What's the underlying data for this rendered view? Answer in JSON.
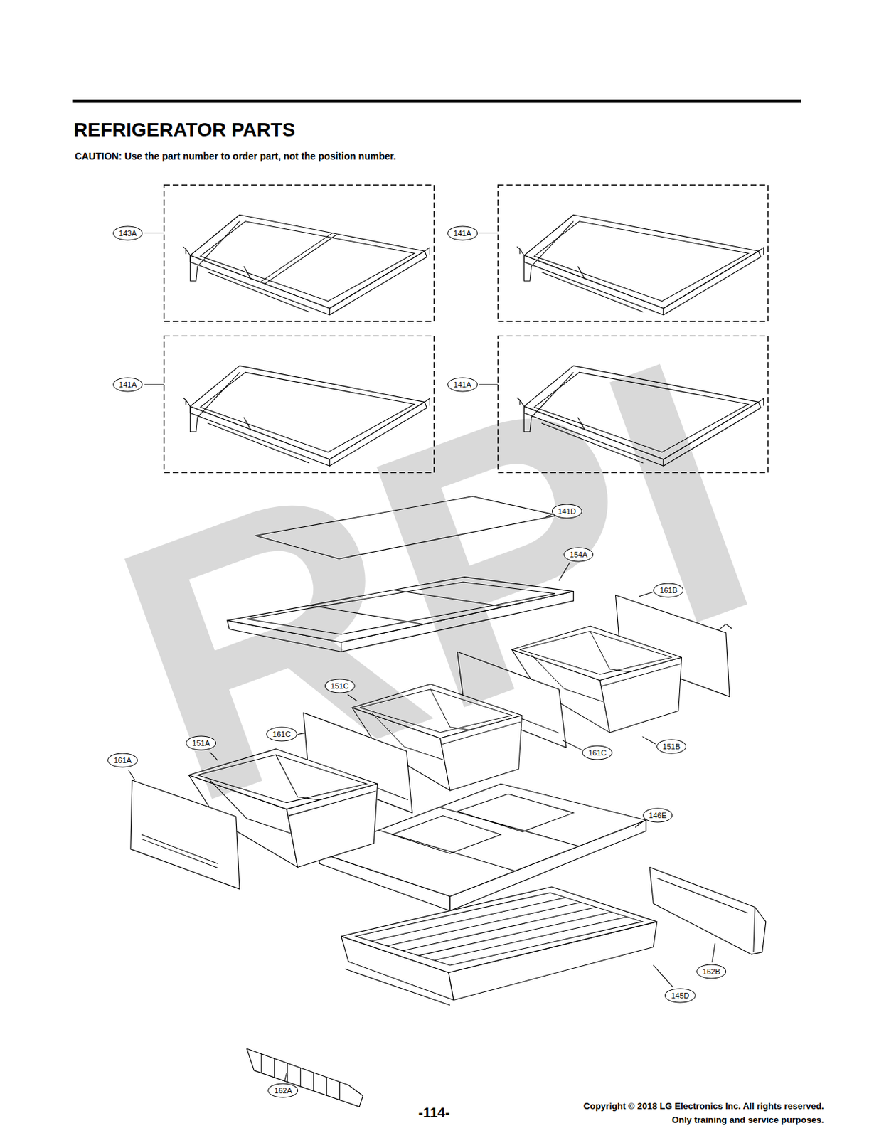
{
  "diagram": {
    "title": "REFRIGERATOR PARTS",
    "labels": [
      "CAUTION: Use the part number to order part, not the position number.",
      "143A",
      "141A",
      "141A",
      "141A",
      "141D",
      "154A",
      "161B",
      "151C",
      "161C",
      "151A",
      "161A",
      "161C",
      "151B",
      "146E",
      "162B",
      "145D",
      "162A",
      "RPI",
      "-114-",
      "Copyright © 2018 LG Electronics Inc. All rights reserved. Only training and service purposes."
    ]
  }
}
